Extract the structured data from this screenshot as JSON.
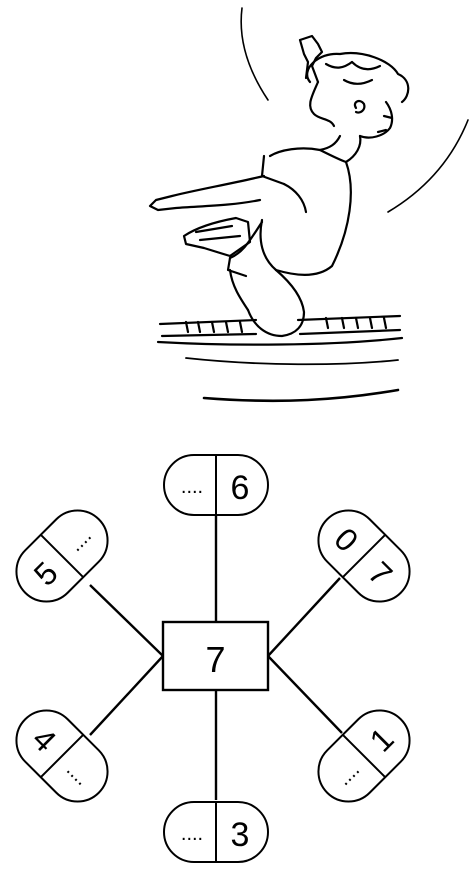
{
  "illustration": {
    "subject": "boy-jumping-on-trampoline"
  },
  "diagram": {
    "center": {
      "value": "7"
    },
    "pills": [
      {
        "id": "top",
        "left": "....",
        "right": "6"
      },
      {
        "id": "upper-left",
        "left": "5",
        "right": "...."
      },
      {
        "id": "upper-right",
        "left": "0",
        "right": "7"
      },
      {
        "id": "lower-left",
        "left": "4",
        "right": "...."
      },
      {
        "id": "lower-right",
        "left": "....",
        "right": "1"
      },
      {
        "id": "bottom",
        "left": "....",
        "right": "3"
      }
    ]
  }
}
